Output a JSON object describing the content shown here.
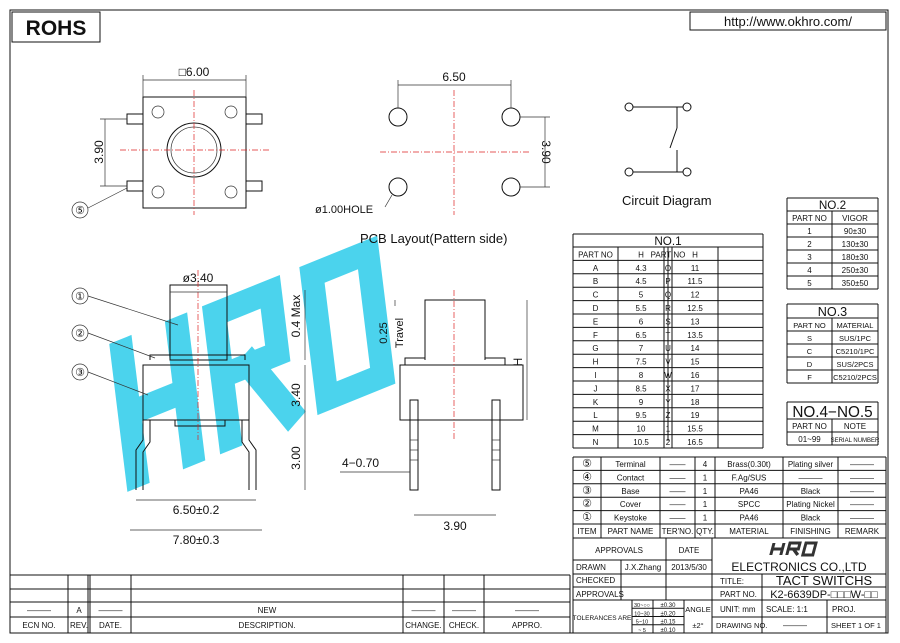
{
  "header": {
    "rohs": "ROHS",
    "url": "http://www.okhro.com/"
  },
  "watermark": "HRO",
  "top_view": {
    "size": "□6.00",
    "height": "3.90",
    "callout": "⑤"
  },
  "pcb": {
    "pitch": "6.50",
    "height": "3.90",
    "hole": "ø1.00HOLE",
    "title": "PCB Layout(Pattern side)"
  },
  "circuit": {
    "title": "Circuit Diagram"
  },
  "side_view": {
    "dia": "ø3.40",
    "max": "0.4 Max",
    "h1": "3.40",
    "h2": "3.00",
    "w1": "6.50±0.2",
    "w2": "7.80±0.3",
    "callouts": [
      "①",
      "②",
      "③"
    ]
  },
  "front_view": {
    "travel": "0.25",
    "travel_label": "Travel",
    "h": "H",
    "pins": "4−0.70",
    "w": "3.90"
  },
  "no1": {
    "title": "NO.1",
    "headers": [
      "PART NO",
      "H",
      "PART NO",
      "H"
    ],
    "rows": [
      [
        "A",
        "4.3",
        "O",
        "11"
      ],
      [
        "B",
        "4.5",
        "P",
        "11.5"
      ],
      [
        "C",
        "5",
        "Q",
        "12"
      ],
      [
        "D",
        "5.5",
        "R",
        "12.5"
      ],
      [
        "E",
        "6",
        "S",
        "13"
      ],
      [
        "F",
        "6.5",
        "T",
        "13.5"
      ],
      [
        "G",
        "7",
        "U",
        "14"
      ],
      [
        "H",
        "7.5",
        "V",
        "15"
      ],
      [
        "I",
        "8",
        "W",
        "16"
      ],
      [
        "J",
        "8.5",
        "X",
        "17"
      ],
      [
        "K",
        "9",
        "Y",
        "18"
      ],
      [
        "L",
        "9.5",
        "Z",
        "19"
      ],
      [
        "M",
        "10",
        "1",
        "15.5"
      ],
      [
        "N",
        "10.5",
        "2",
        "16.5"
      ]
    ]
  },
  "no2": {
    "title": "NO.2",
    "headers": [
      "PART NO",
      "VIGOR"
    ],
    "rows": [
      [
        "1",
        "90±30"
      ],
      [
        "2",
        "130±30"
      ],
      [
        "3",
        "180±30"
      ],
      [
        "4",
        "250±30"
      ],
      [
        "5",
        "350±50"
      ]
    ]
  },
  "no3": {
    "title": "NO.3",
    "headers": [
      "PART NO",
      "MATERIAL"
    ],
    "rows": [
      [
        "S",
        "SUS/1PC"
      ],
      [
        "C",
        "C5210/1PC"
      ],
      [
        "D",
        "SUS/2PCS"
      ],
      [
        "F",
        "C5210/2PCS"
      ]
    ]
  },
  "no4": {
    "title": "NO.4−NO.5",
    "headers": [
      "PART NO",
      "NOTE"
    ],
    "rows": [
      [
        "01~99",
        "SERIAL NUMBER"
      ]
    ]
  },
  "bom": {
    "rows": [
      [
        "⑤",
        "Terminal",
        "——",
        "4",
        "Brass(0.30t)",
        "Plating silver",
        "———"
      ],
      [
        "④",
        "Contact",
        "——",
        "1",
        "F.Ag/SUS",
        "———",
        "———"
      ],
      [
        "③",
        "Base",
        "——",
        "1",
        "PA46",
        "Black",
        "———"
      ],
      [
        "②",
        "Cover",
        "——",
        "1",
        "SPCC",
        "Plating Nickel",
        "———"
      ],
      [
        "①",
        "Keystoke",
        "——",
        "1",
        "PA46",
        "Black",
        "———"
      ]
    ],
    "headers": [
      "ITEM",
      "PART NAME",
      "TER'NO.",
      "QTY.",
      "MATERIAL",
      "FINISHING",
      "REMARK"
    ]
  },
  "title_block": {
    "approvals": "APPROVALS",
    "date": "DATE",
    "drawn": "DRAWN",
    "drawn_by": "J.X.Zhang",
    "drawn_date": "2013/5/30",
    "checked": "CHECKED",
    "approvals2": "APPROVALS",
    "tolerances": "TOLERANCES ARE",
    "tol_ranges": [
      "30~○○",
      "10~30",
      "5~10",
      "~ 5"
    ],
    "tol_values": [
      "±0.30",
      "±0.20",
      "±0.15",
      "±0.10"
    ],
    "angle": "ANGLE",
    "angle_value": "±2°",
    "company": "ELECTRONICS CO.,LTD",
    "title_label": "TITLE:",
    "title": "TACT SWITCHS",
    "part_label": "PART NO.",
    "part_no": "K2-6639DP-□□□W-□□",
    "unit": "UNIT: mm",
    "scale": "SCALE:  1:1",
    "proj": "PROJ.",
    "drawing_no": "DRAWING NO.",
    "drawing_no_value": "———",
    "sheet": "SHEET  1 OF 1"
  },
  "revision": {
    "headers": [
      "ECN NO.",
      "REV.",
      "DATE.",
      "DESCRIPTION.",
      "CHANGE.",
      "CHECK.",
      "APPRO."
    ],
    "row": [
      "———",
      "A",
      "———",
      "NEW",
      "———",
      "———",
      "———"
    ]
  }
}
